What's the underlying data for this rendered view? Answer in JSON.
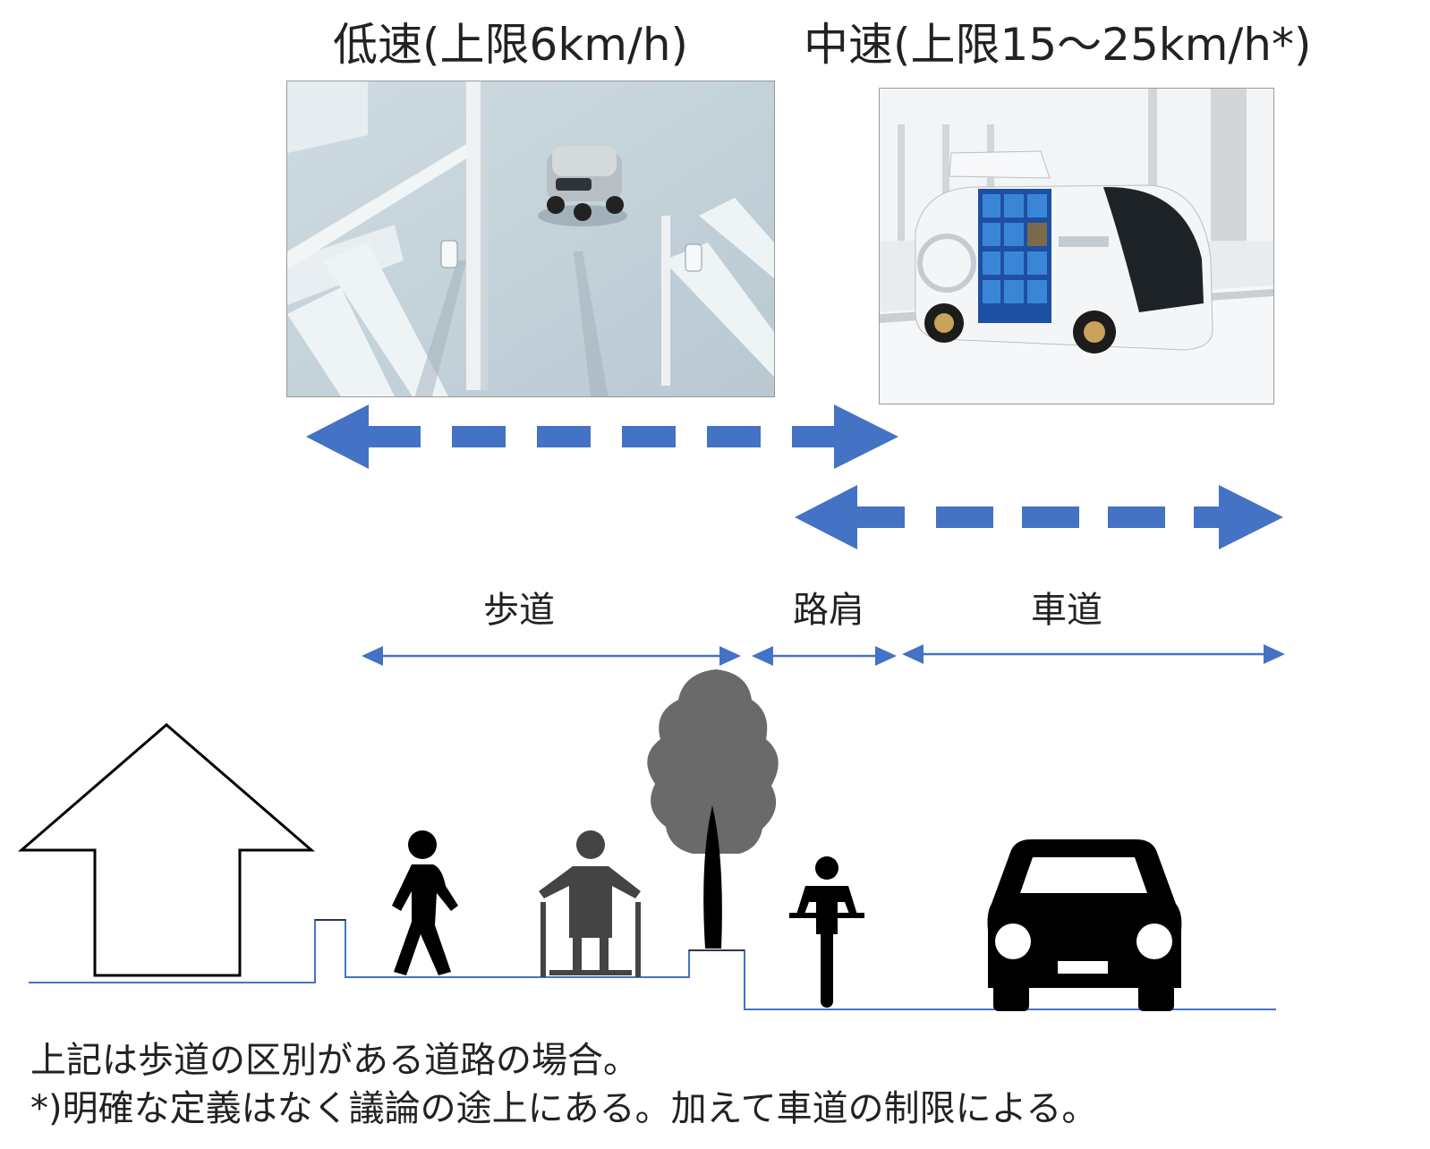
{
  "speeds": {
    "low": {
      "label": "低速(上限6km/h)"
    },
    "mid": {
      "label": "中速(上限15～25km/h*)"
    }
  },
  "zones": {
    "sidewalk": "歩道",
    "shoulder": "路肩",
    "roadway": "車道"
  },
  "notes": {
    "line1": "上記は歩道の区別がある道路の場合。",
    "line2": "*)明確な定義はなく議論の途上にある。加えて車道の制限による。"
  },
  "colors": {
    "arrow": "#4472c4",
    "ground_line": "#4472c4",
    "icon": "#000000",
    "tree": "#555555"
  },
  "icons": {
    "delivery_robot": "delivery-robot-image",
    "delivery_vehicle": "autonomous-delivery-vehicle-image",
    "house": "house-outline-icon",
    "pedestrian": "pedestrian-icon",
    "wheelchair": "wheelchair-user-icon",
    "tree": "tree-icon",
    "cyclist": "cyclist-icon",
    "car": "car-icon"
  }
}
